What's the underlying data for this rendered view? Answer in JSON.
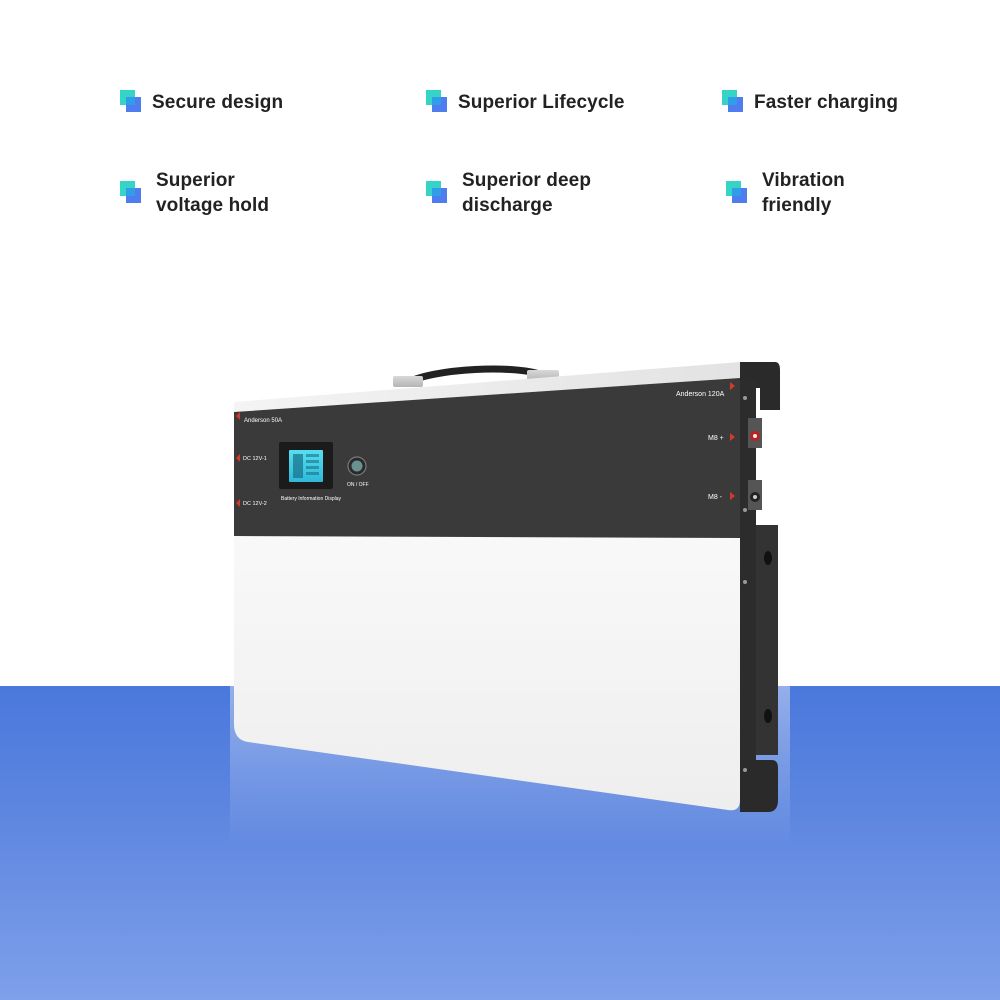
{
  "features": [
    {
      "label": "Secure design"
    },
    {
      "label": "Superior Lifecycle"
    },
    {
      "label": "Faster charging"
    },
    {
      "label": "Superior\nvoltage hold"
    },
    {
      "label": "Superior deep\ndischarge"
    },
    {
      "label": "Vibration\nfriendly"
    }
  ],
  "battery": {
    "anderson_50": "Anderson 50A",
    "anderson_120": "Anderson 120A",
    "dc1": "DC 12V-1",
    "dc2": "DC 12V-2",
    "display_label": "Battery Information Display",
    "onoff": "ON / OFF",
    "m8_plus": "M8 +",
    "m8_minus": "M8 -"
  },
  "colors": {
    "icon_teal": "#35d4c6",
    "icon_blue": "#4f7df0",
    "floor_blue": "#4a78dc",
    "panel_dark": "#3a3a3a",
    "display_cyan": "#3fd0e8",
    "arrow_red": "#d43a2a"
  }
}
